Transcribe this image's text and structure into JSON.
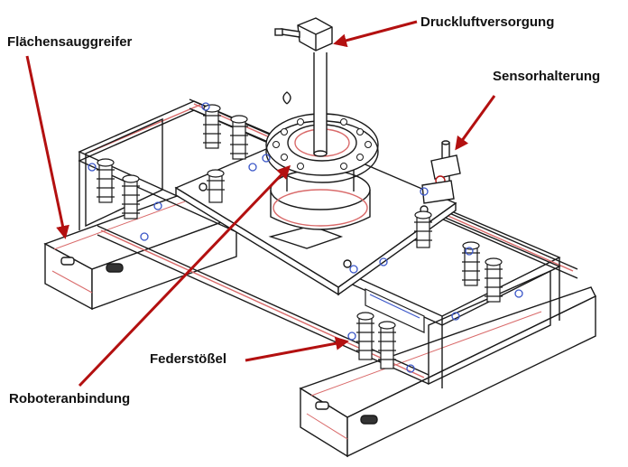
{
  "labels": {
    "flaechensauggreifer": "Flächensauggreifer",
    "druckluftversorgung": "Druckluftversorgung",
    "sensorhalterung": "Sensorhalterung",
    "federstoessel": "Federstößel",
    "roboteranbindung": "Roboteranbindung"
  },
  "colors": {
    "arrow": "#b31010",
    "outline": "#1a1a1a",
    "highlight": "#d96a6a",
    "accent": "#3a56c8"
  }
}
